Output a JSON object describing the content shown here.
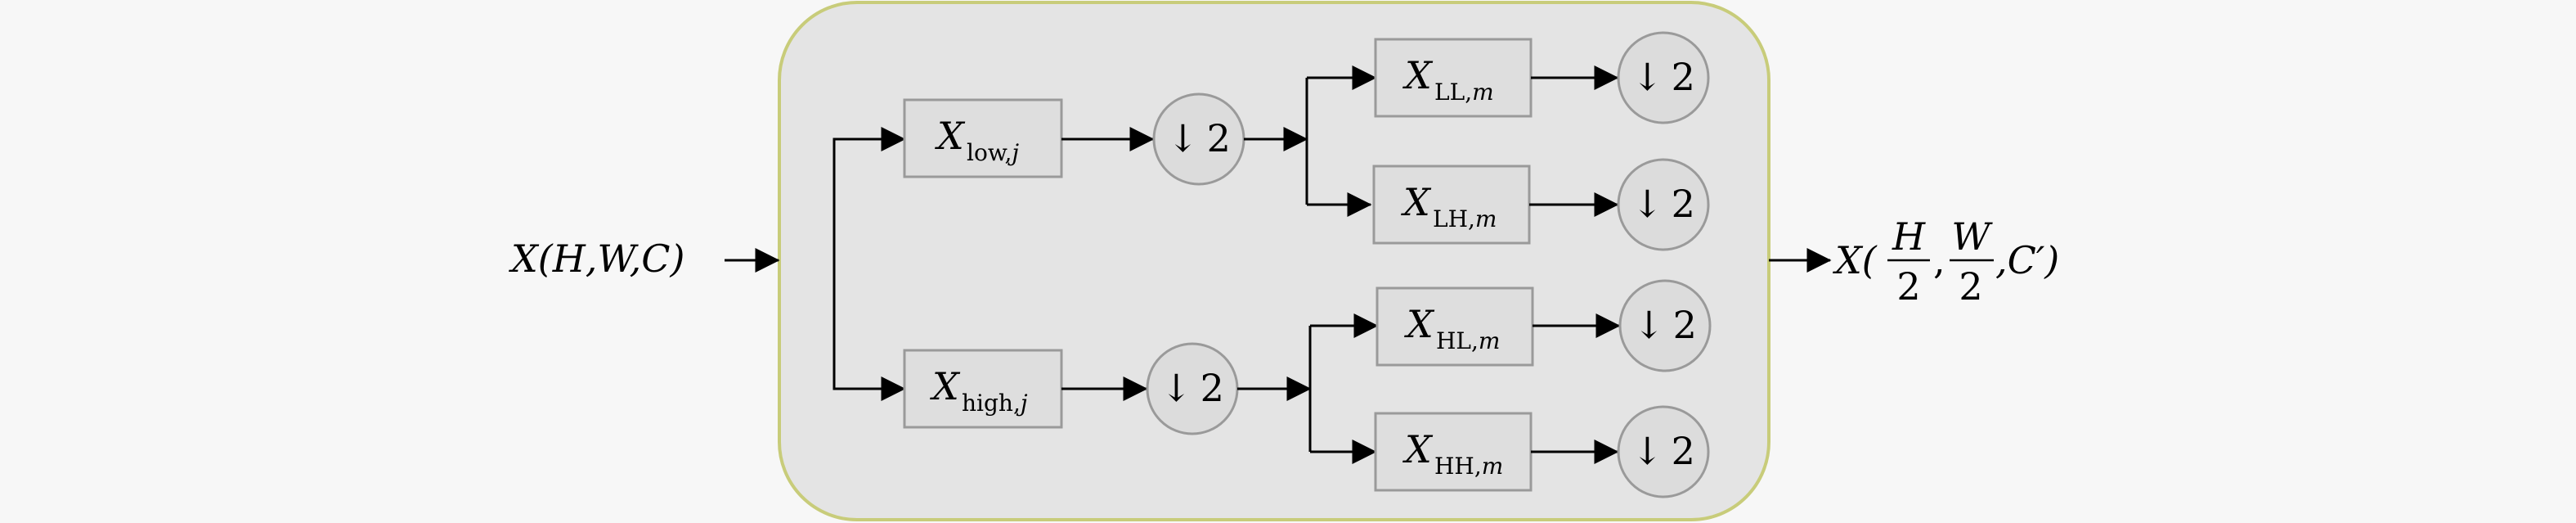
{
  "input": {
    "label": "X(H,W,C)"
  },
  "output": {
    "label_prefix": "X(",
    "frac1_num": "H",
    "frac1_den": "2",
    "frac2_num": "W",
    "frac2_den": "2",
    "label_suffix": ",C′)"
  },
  "stage1": {
    "low": {
      "base": "X",
      "sub": "low,",
      "sub_italic": "j"
    },
    "high": {
      "base": "X",
      "sub": "high,",
      "sub_italic": "j"
    }
  },
  "downsample_label": {
    "arrow": "↓",
    "factor": "2"
  },
  "stage2": {
    "LL": {
      "base": "X",
      "sub": "LL,",
      "sub_italic": "m"
    },
    "LH": {
      "base": "X",
      "sub": "LH,",
      "sub_italic": "m"
    },
    "HL": {
      "base": "X",
      "sub": "HL,",
      "sub_italic": "m"
    },
    "HH": {
      "base": "X",
      "sub": "HH,",
      "sub_italic": "m"
    }
  },
  "colors": {
    "container_fill": "#e4e4e4",
    "container_stroke": "#c8cc7a",
    "box_fill": "#dedede",
    "box_stroke": "#9a9a9a",
    "circle_fill": "#dcdcdc",
    "circle_stroke": "#9a9a9a",
    "arrow": "#000000"
  }
}
